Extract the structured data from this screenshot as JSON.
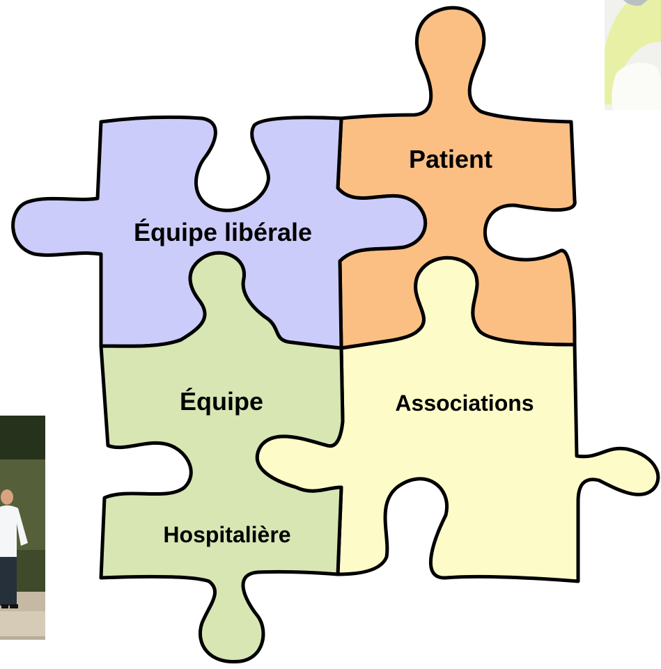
{
  "pieces": {
    "patient": {
      "label": "Patient",
      "color": "#fbbf84"
    },
    "liberal": {
      "label": "Équipe libérale",
      "color": "#ccccfa"
    },
    "hospital": {
      "label_top": "Équipe",
      "label_bottom": "Hospitalière",
      "color": "#d7e6b3"
    },
    "associations": {
      "label": "Associations",
      "color": "#fdfcc9"
    }
  },
  "photos": {
    "top_right": {
      "icon": "photo-thumbnail-icon"
    },
    "bottom_left": {
      "icon": "photo-people-icon"
    }
  }
}
